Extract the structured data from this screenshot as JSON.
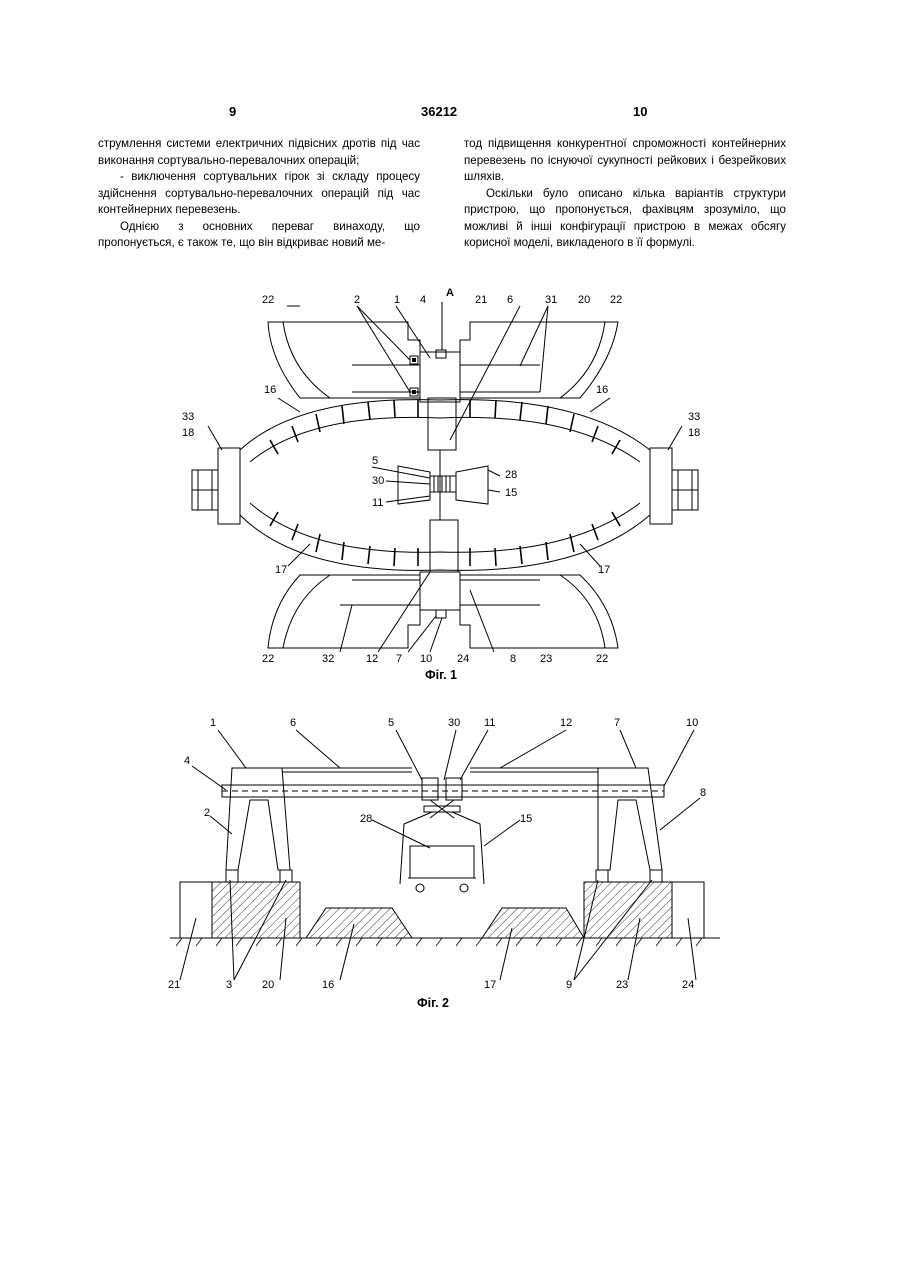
{
  "header": {
    "left_page": "9",
    "patent_number": "36212",
    "right_page": "10"
  },
  "left_column": [
    "струмлення системи електричних підвісних дротів під час виконання сортувально-перевалочних операцій;",
    "- виключення сортувальних гірок зі складу процесу здійснення сортувально-перевалочних операцій під час контейнерних перевезень.",
    "Однією з основних переваг винаходу, що пропонується, є також те, що він відкриває новий ме-"
  ],
  "right_column": [
    "тод підвищення конкурентної спроможності контейнерних перевезень по існуючої сукупності рейкових і безрейкових шляхів.",
    "Оскільки було описано кілька варіантів структури пристрою, що пропонується, фахівцям зрозуміло, що можливі й інші конфігурації пристрою в межах обсягу корисної моделі, викладеного в її формулі."
  ],
  "figure1": {
    "caption": "Фіг. 1",
    "section_mark": "А",
    "labels": [
      "22",
      "2",
      "1",
      "4",
      "21",
      "6",
      "31",
      "20",
      "22",
      "16",
      "16",
      "33",
      "18",
      "33",
      "18",
      "5",
      "30",
      "11",
      "28",
      "15",
      "17",
      "17",
      "22",
      "32",
      "12",
      "7",
      "10",
      "24",
      "8",
      "23",
      "22"
    ]
  },
  "figure2": {
    "caption": "Фіг. 2",
    "labels": [
      "1",
      "6",
      "5",
      "30",
      "11",
      "12",
      "7",
      "10",
      "4",
      "8",
      "2",
      "28",
      "15",
      "21",
      "3",
      "20",
      "16",
      "17",
      "9",
      "23",
      "24"
    ]
  }
}
